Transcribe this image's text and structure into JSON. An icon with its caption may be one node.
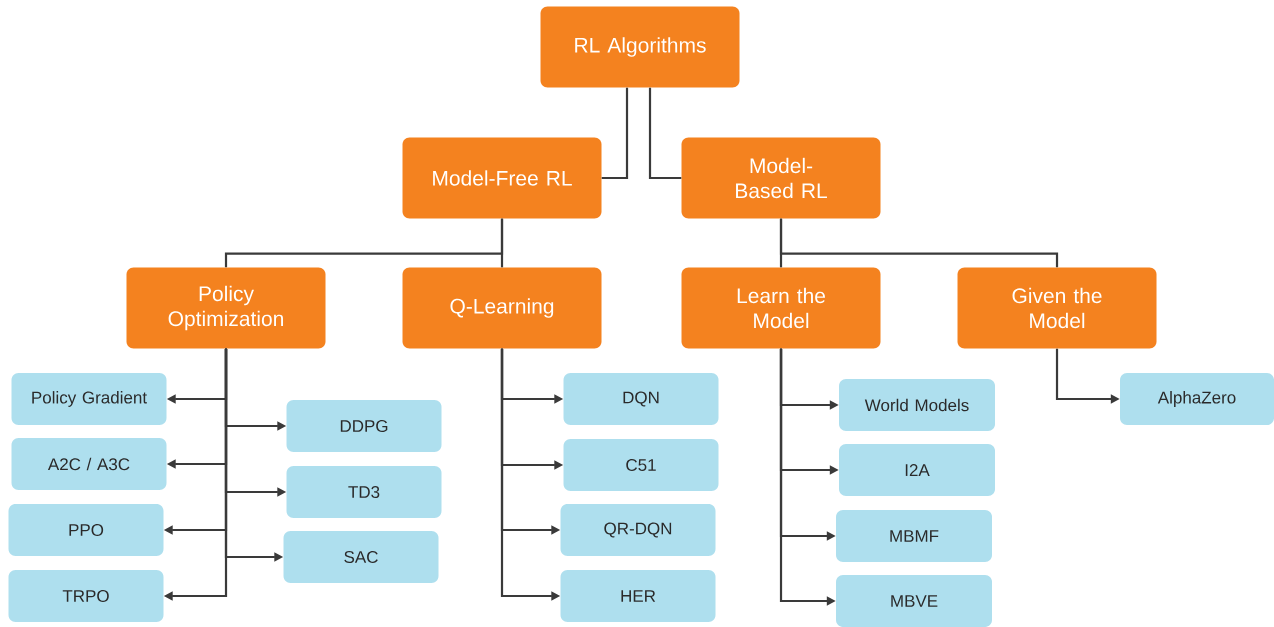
{
  "diagram": {
    "nodes": [
      {
        "text": [
          "RL Algorithms"
        ]
      },
      {
        "text": [
          "Model-Free RL"
        ]
      },
      {
        "text": [
          "Model-Based RL"
        ]
      },
      {
        "text": [
          "Policy Optimization"
        ]
      },
      {
        "text": [
          "Q-Learning"
        ]
      },
      {
        "text": [
          "Learn the Model"
        ]
      },
      {
        "text": [
          "Given the Model"
        ]
      },
      {
        "text": [
          "Policy Gradient"
        ]
      },
      {
        "text": [
          "A2C / A3C"
        ]
      },
      {
        "text": [
          "PPO"
        ]
      },
      {
        "text": [
          "TRPO"
        ]
      },
      {
        "text": [
          "DDPG"
        ]
      },
      {
        "text": [
          "TD3"
        ]
      },
      {
        "text": [
          "SAC"
        ]
      },
      {
        "text": [
          "DQN"
        ]
      },
      {
        "text": [
          "C51"
        ]
      },
      {
        "text": [
          "QR-DQN"
        ]
      },
      {
        "text": [
          "HER"
        ]
      },
      {
        "text": [
          "World Models"
        ]
      },
      {
        "text": [
          "I2A"
        ]
      },
      {
        "text": [
          "MBMF"
        ]
      },
      {
        "text": [
          "MBVE"
        ]
      },
      {
        "text": [
          "AlphaZero"
        ]
      }
    ],
    "edges": [
      {
        "from": 0,
        "to": 1,
        "arrow": "none"
      },
      {
        "from": 0,
        "to": 2,
        "arrow": "none"
      },
      {
        "from": 1,
        "to": 3,
        "arrow": "none"
      },
      {
        "from": 1,
        "to": 4,
        "arrow": "none"
      },
      {
        "from": 2,
        "to": 5,
        "arrow": "none"
      },
      {
        "from": 2,
        "to": 6,
        "arrow": "none"
      },
      {
        "from": 3,
        "to": 7,
        "arrow": "to"
      },
      {
        "from": 3,
        "to": 8,
        "arrow": "to"
      },
      {
        "from": 3,
        "to": 9,
        "arrow": "to"
      },
      {
        "from": 3,
        "to": 10,
        "arrow": "to"
      },
      {
        "from": 3,
        "to": 11,
        "arrow": "to"
      },
      {
        "from": 3,
        "to": 12,
        "arrow": "to"
      },
      {
        "from": 3,
        "to": 13,
        "arrow": "to"
      },
      {
        "from": 4,
        "to": 14,
        "arrow": "to"
      },
      {
        "from": 4,
        "to": 15,
        "arrow": "to"
      },
      {
        "from": 4,
        "to": 16,
        "arrow": "to"
      },
      {
        "from": 4,
        "to": 17,
        "arrow": "to"
      },
      {
        "from": 5,
        "to": 18,
        "arrow": "to"
      },
      {
        "from": 5,
        "to": 19,
        "arrow": "to"
      },
      {
        "from": 5,
        "to": 20,
        "arrow": "to"
      },
      {
        "from": 5,
        "to": 21,
        "arrow": "to"
      },
      {
        "from": 6,
        "to": 22,
        "arrow": "to"
      }
    ]
  }
}
